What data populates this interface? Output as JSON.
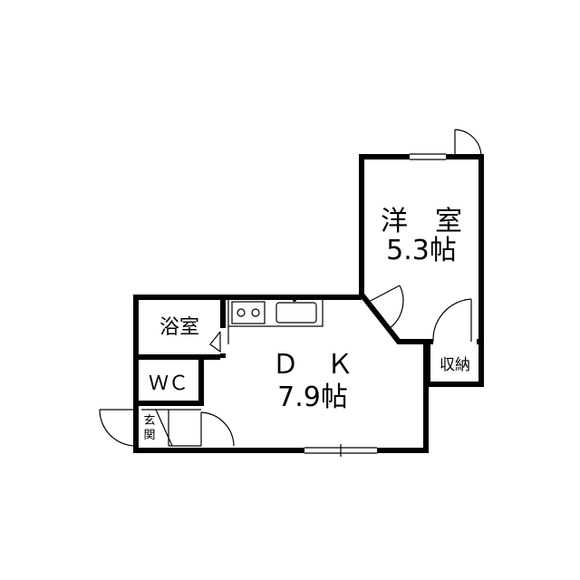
{
  "rooms": {
    "western_room": {
      "name": "洋　室",
      "size": "5.3帖"
    },
    "dk": {
      "name": "Ｄ　Ｋ",
      "size": "7.9帖"
    },
    "bath": {
      "name": "浴室"
    },
    "wc": {
      "name": "ＷＣ"
    },
    "storage": {
      "name": "収納"
    },
    "entrance": {
      "char1": "玄",
      "char2": "関"
    }
  }
}
